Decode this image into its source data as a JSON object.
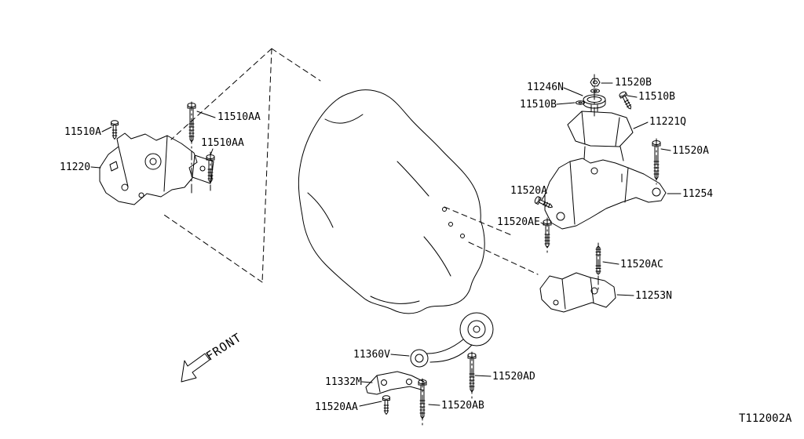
{
  "diagram": {
    "drawing_code": "T112002A",
    "front_label": "FRONT",
    "colors": {
      "line": "#000000",
      "background": "#ffffff"
    },
    "part_labels": [
      {
        "text": "11510A"
      },
      {
        "text": "11510AA"
      },
      {
        "text": "11510AA"
      },
      {
        "text": "11220"
      },
      {
        "text": "11246N"
      },
      {
        "text": "11520B"
      },
      {
        "text": "11510B"
      },
      {
        "text": "11510B"
      },
      {
        "text": "11221Q"
      },
      {
        "text": "11520A"
      },
      {
        "text": "11254"
      },
      {
        "text": "11520A"
      },
      {
        "text": "11520AE"
      },
      {
        "text": "11520AC"
      },
      {
        "text": "11253N"
      },
      {
        "text": "11360V"
      },
      {
        "text": "11332M"
      },
      {
        "text": "11520AD"
      },
      {
        "text": "11520AA"
      },
      {
        "text": "11520AB"
      }
    ]
  }
}
